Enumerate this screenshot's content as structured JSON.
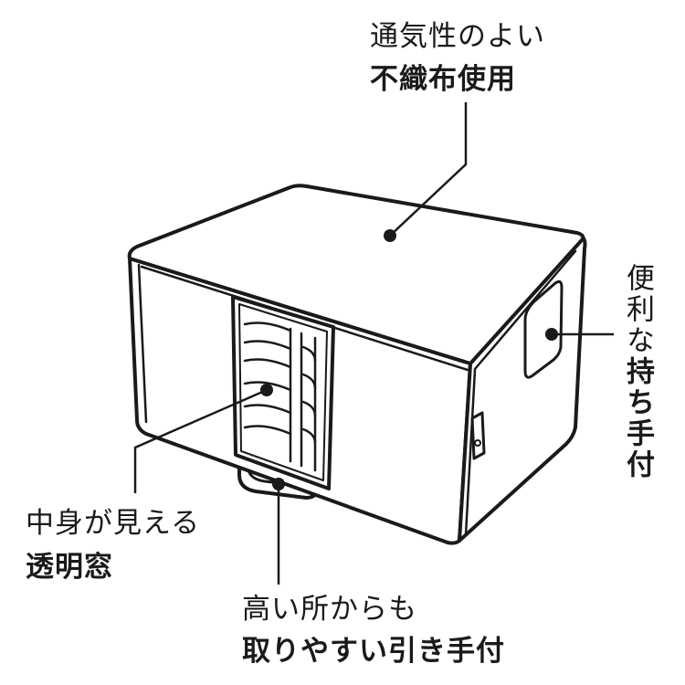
{
  "callouts": {
    "top": {
      "line1": "通気性のよい",
      "line2": "不織布使用"
    },
    "right": {
      "line1": "便利な",
      "line2": "持ち手付"
    },
    "left": {
      "line1": "中身が見える",
      "line2": "透明窓"
    },
    "bottom": {
      "line1": "高い所からも",
      "line2": "取りやすい引き手付"
    }
  },
  "colors": {
    "ink": "#1a1a1a",
    "background": "#ffffff"
  }
}
